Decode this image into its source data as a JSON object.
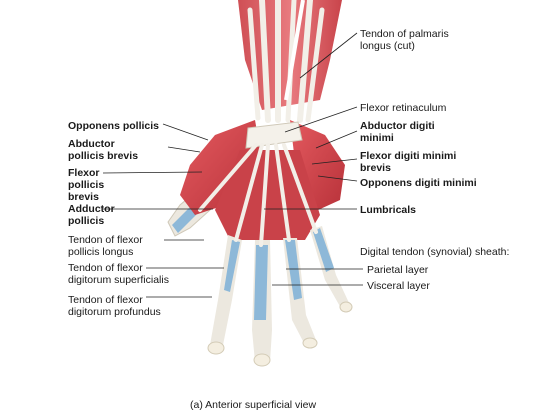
{
  "labels_left": [
    {
      "id": "opponens-pollicis",
      "lines": [
        "Opponens pollicis"
      ],
      "bold": true
    },
    {
      "id": "abductor-pollicis-brevis",
      "lines": [
        "Abductor",
        "pollicis brevis"
      ],
      "bold": true
    },
    {
      "id": "flexor-pollicis-brevis",
      "lines": [
        "Flexor",
        "pollicis",
        "brevis"
      ],
      "bold": true
    },
    {
      "id": "adductor-pollicis",
      "lines": [
        "Adductor",
        "pollicis"
      ],
      "bold": true
    },
    {
      "id": "tendon-flexor-pollicis-longus",
      "lines": [
        "Tendon of flexor",
        "pollicis longus"
      ],
      "bold": false
    },
    {
      "id": "tendon-flexor-digitorum-superficialis",
      "lines": [
        "Tendon of flexor",
        "digitorum superficialis"
      ],
      "bold": false
    },
    {
      "id": "tendon-flexor-digitorum-profundus",
      "lines": [
        "Tendon of flexor",
        "digitorum profundus"
      ],
      "bold": false
    }
  ],
  "labels_right": [
    {
      "id": "tendon-palmaris-longus",
      "lines": [
        "Tendon of palmaris",
        "longus (cut)"
      ],
      "bold": false
    },
    {
      "id": "flexor-retinaculum",
      "lines": [
        "Flexor retinaculum"
      ],
      "bold": false
    },
    {
      "id": "abductor-digiti-minimi",
      "lines": [
        "Abductor digiti",
        "minimi"
      ],
      "bold": true
    },
    {
      "id": "flexor-digiti-minimi-brevis",
      "lines": [
        "Flexor digiti minimi",
        "brevis"
      ],
      "bold": true
    },
    {
      "id": "opponens-digiti-minimi",
      "lines": [
        "Opponens digiti minimi"
      ],
      "bold": true
    },
    {
      "id": "lumbricals",
      "lines": [
        "Lumbricals"
      ],
      "bold": true
    },
    {
      "id": "digital-tendon-sheath",
      "lines": [
        "Digital tendon (synovial) sheath:"
      ],
      "bold": false
    },
    {
      "id": "parietal-layer",
      "lines": [
        "Parietal layer"
      ],
      "bold": false
    },
    {
      "id": "visceral-layer",
      "lines": [
        "Visceral layer"
      ],
      "bold": false
    }
  ],
  "caption": "(a) Anterior superficial view",
  "colors": {
    "muscle": "#d9454c",
    "muscle_dark": "#b8323a",
    "tendon": "#f2efe8",
    "sheath": "#8db8d8",
    "skin": "#ece8df",
    "bone_tip": "#f4eee0",
    "leader": "#222222"
  }
}
